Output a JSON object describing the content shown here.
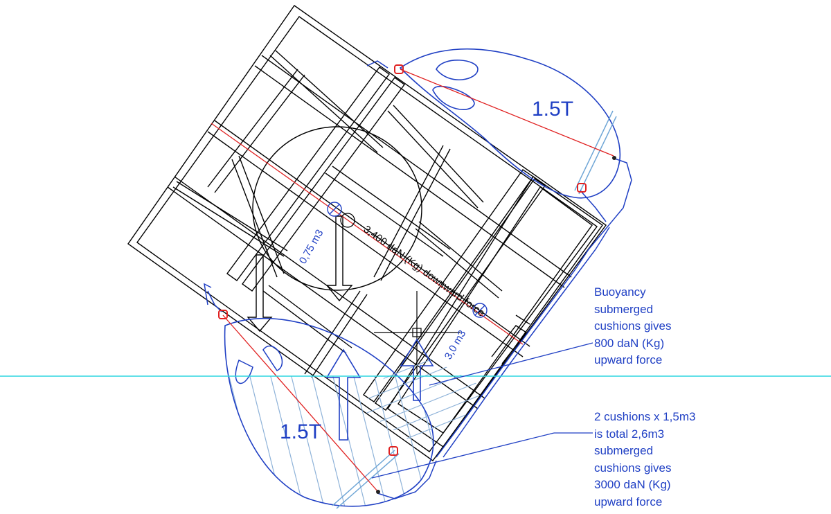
{
  "labels": {
    "upper_cushion": "1.5T",
    "lower_cushion": "1.5T",
    "volume_a": "0,75 m3",
    "volume_b": "3,0 m3",
    "downward_force": "3,400 daN (Kg) downward force"
  },
  "notes": {
    "buoyancy": "Buoyancy\nsubmerged\ncushions gives\n800 daN (Kg)\nupward force",
    "cushions": "2 cushions x 1,5m3\nis total 2,6m3\nsubmerged\ncushions gives\n3000 daN (Kg)\nupward force"
  },
  "colors": {
    "frame": "#000000",
    "cushion": "#1f3fc4",
    "hatch": "#8fb3d9",
    "waterline": "#2fd6e0",
    "sling": "#e02020",
    "shackle": "#e02020"
  }
}
